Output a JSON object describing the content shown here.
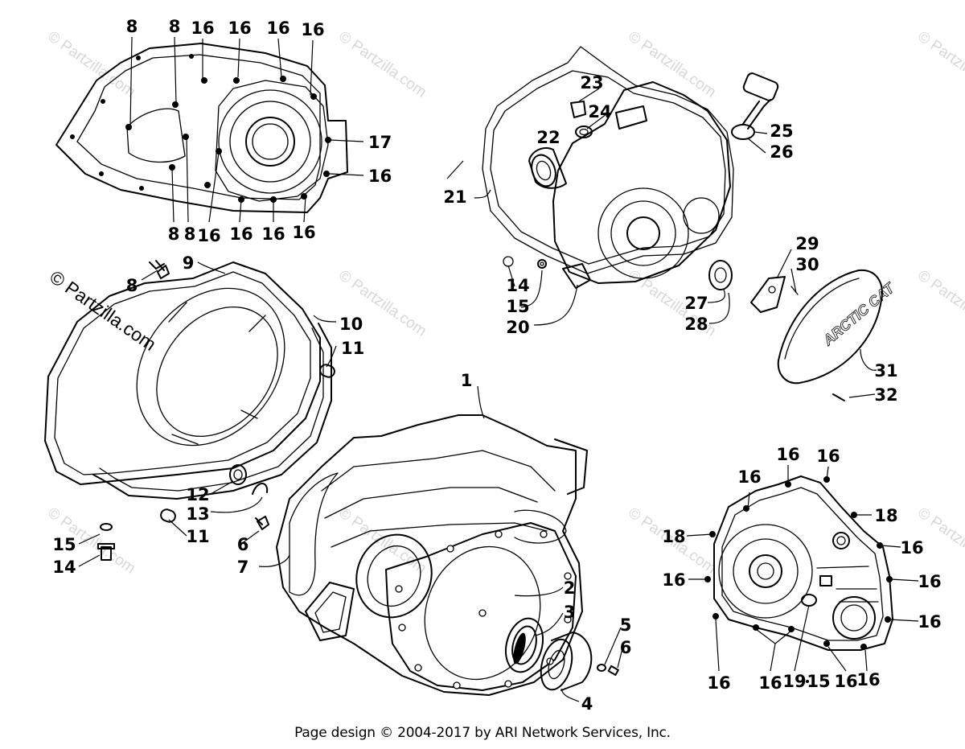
{
  "watermark": {
    "copyright_text": "© Partzilla.com",
    "brand_text": "ARCTIC CAT"
  },
  "footer": {
    "text": "Page design © 2004-2017 by ARI Network Services, Inc."
  },
  "callouts": [
    {
      "id": "c8a",
      "label": "8"
    },
    {
      "id": "c8b",
      "label": "8"
    },
    {
      "id": "c16a",
      "label": "16"
    },
    {
      "id": "c16b",
      "label": "16"
    },
    {
      "id": "c16c",
      "label": "16"
    },
    {
      "id": "c16d",
      "label": "16"
    },
    {
      "id": "c17",
      "label": "17"
    },
    {
      "id": "c16e",
      "label": "16"
    },
    {
      "id": "c8c",
      "label": "8"
    },
    {
      "id": "c8d",
      "label": "8"
    },
    {
      "id": "c16f",
      "label": "16"
    },
    {
      "id": "c16g",
      "label": "16"
    },
    {
      "id": "c16h",
      "label": "16"
    },
    {
      "id": "c16i",
      "label": "16"
    },
    {
      "id": "c9",
      "label": "9"
    },
    {
      "id": "c8e",
      "label": "8"
    },
    {
      "id": "c10",
      "label": "10"
    },
    {
      "id": "c11a",
      "label": "11"
    },
    {
      "id": "c12",
      "label": "12"
    },
    {
      "id": "c13",
      "label": "13"
    },
    {
      "id": "c11b",
      "label": "11"
    },
    {
      "id": "c15a",
      "label": "15"
    },
    {
      "id": "c14a",
      "label": "14"
    },
    {
      "id": "c23",
      "label": "23"
    },
    {
      "id": "c24",
      "label": "24"
    },
    {
      "id": "c22",
      "label": "22"
    },
    {
      "id": "c21",
      "label": "21"
    },
    {
      "id": "c25",
      "label": "25"
    },
    {
      "id": "c26",
      "label": "26"
    },
    {
      "id": "c29",
      "label": "29"
    },
    {
      "id": "c30",
      "label": "30"
    },
    {
      "id": "c14b",
      "label": "14"
    },
    {
      "id": "c15b",
      "label": "15"
    },
    {
      "id": "c20",
      "label": "20"
    },
    {
      "id": "c27",
      "label": "27"
    },
    {
      "id": "c28",
      "label": "28"
    },
    {
      "id": "c31",
      "label": "31"
    },
    {
      "id": "c32",
      "label": "32"
    },
    {
      "id": "c1",
      "label": "1"
    },
    {
      "id": "c6a",
      "label": "6"
    },
    {
      "id": "c7",
      "label": "7"
    },
    {
      "id": "c2",
      "label": "2"
    },
    {
      "id": "c3",
      "label": "3"
    },
    {
      "id": "c5",
      "label": "5"
    },
    {
      "id": "c6b",
      "label": "6"
    },
    {
      "id": "c4",
      "label": "4"
    },
    {
      "id": "c16j",
      "label": "16"
    },
    {
      "id": "c16k",
      "label": "16"
    },
    {
      "id": "c16l",
      "label": "16"
    },
    {
      "id": "c18a",
      "label": "18"
    },
    {
      "id": "c18b",
      "label": "18"
    },
    {
      "id": "c16m",
      "label": "16"
    },
    {
      "id": "c16n",
      "label": "16"
    },
    {
      "id": "c16o",
      "label": "16"
    },
    {
      "id": "c16p",
      "label": "16"
    },
    {
      "id": "c16q",
      "label": "16"
    },
    {
      "id": "c16r",
      "label": "16"
    },
    {
      "id": "c19",
      "label": "19"
    },
    {
      "id": "c15c",
      "label": "15"
    },
    {
      "id": "c16s",
      "label": "16"
    },
    {
      "id": "c16t",
      "label": "16"
    }
  ]
}
